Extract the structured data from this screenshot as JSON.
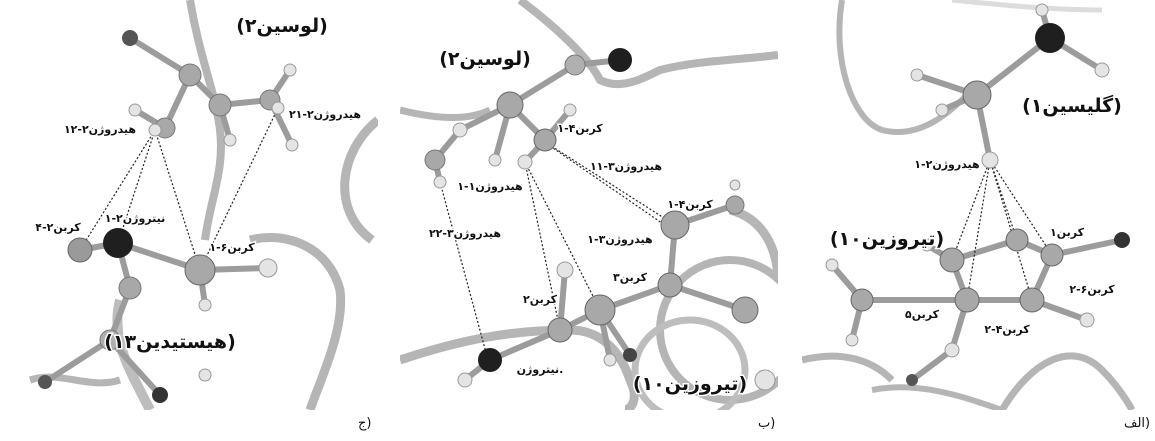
{
  "panels": [
    {
      "id": "c",
      "label": "ج)",
      "residues": [
        "(لوسین۲)",
        "(هیستیدین۱۳)"
      ],
      "atoms": [
        "هیدروژن۲-۱۲",
        "هیدروژن۲-۲۱",
        "کربن۲-۴",
        "نیتروژن۲-۱",
        "کربن۶-۱"
      ]
    },
    {
      "id": "b",
      "label": "ب)",
      "residues": [
        "(لوسین۲)",
        "(تیروزین۱۰)"
      ],
      "atoms": [
        "کربن۴-۱",
        "هیدروژن۱-۱",
        "هیدروژن۳-۱۱",
        "کربن۴-۱",
        "هیدروژن۳-۱",
        "هیدروژن۳-۲۲",
        "کربن۳",
        "کربن۲",
        "نیتروژن."
      ]
    },
    {
      "id": "a",
      "label": "الف)",
      "residues": [
        "(گلیسین۱)",
        "(تیروزین۱۰)"
      ],
      "atoms": [
        "هیدروژن۲-۱",
        "کربن۱",
        "کربن۶-۲",
        "کربن۵",
        "کربن۴-۲"
      ]
    }
  ]
}
